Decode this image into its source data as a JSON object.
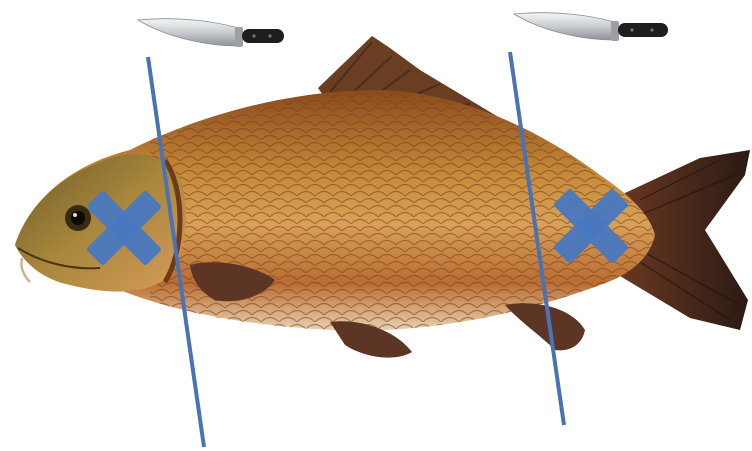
{
  "illustration": {
    "subject": "carp-fish",
    "markers": [
      {
        "name": "cut-line-left"
      },
      {
        "name": "cut-line-right"
      }
    ],
    "excluded_parts": [
      "head",
      "tail"
    ],
    "colors": {
      "background": "#ffffff",
      "cut_line": "#4a72b5",
      "cross_mark": "#4a78c0",
      "fish_body": "#b9732e",
      "fish_belly": "#e7cda7",
      "fins": "#5c3524",
      "knife_blade": "#d4d7db",
      "knife_handle": "#1e1e1e"
    }
  },
  "icons": [
    "knife-icon",
    "cross-icon"
  ]
}
